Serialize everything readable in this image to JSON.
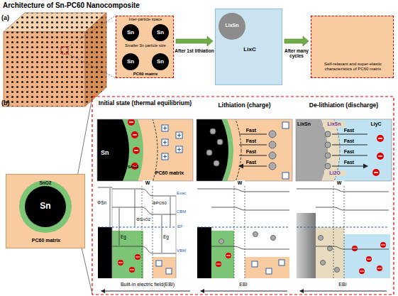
{
  "diagram": {
    "title": "Architecture of Sn-PC60 Nanocomposite",
    "nodes": [
      {
        "text": [
          "Inter-particle space",
          "Smaller Sn particle size",
          "PC60 matrix"
        ]
      },
      {
        "text": [
          "Sn"
        ],
        "in": 0
      },
      {
        "text": [
          "Sn"
        ],
        "in": 0
      },
      {
        "text": [
          "Sn"
        ],
        "in": 0
      },
      {
        "text": [
          "Sn"
        ],
        "in": 0
      },
      {
        "text": [
          "LixC"
        ]
      },
      {
        "text": [
          "LixSn"
        ],
        "in": 5
      },
      {
        "text": [
          "Self-relaxant and super-elastic characteristics of PC60 matrix"
        ]
      },
      {
        "text": [
          "PC60 matrix"
        ]
      },
      {
        "text": [
          "SnO2"
        ],
        "in": 8
      },
      {
        "text": [
          "Sn"
        ],
        "in": 9
      },
      {
        "text": [
          "Initial state (thermal equilibrium)",
          "Sn",
          "SnO2",
          "PC60 matrix"
        ]
      },
      {
        "text": [
          "Lithiation (charge)",
          "Fast",
          "Fast",
          "Fast",
          "Fast"
        ]
      },
      {
        "text": [
          "De-lithiation (discharge)",
          "LixSn",
          "LixSn",
          "LiyC",
          "Li2O",
          "Fast",
          "Fast",
          "Fast",
          "Fast"
        ]
      }
    ],
    "edges": [
      {
        "from": 0,
        "to": 5,
        "label": "After 1st lithiation",
        "arrow": "to"
      },
      {
        "from": 5,
        "to": 7,
        "label": "After many cycles",
        "arrow": "to"
      }
    ],
    "labels": [
      "(a)",
      "(b)",
      "ΦSn",
      "Eg",
      "ΦSnO2",
      "Eg",
      "ΦPC60",
      "W",
      "Evac",
      "CBM",
      "EF",
      "VBM",
      "Built-in electric field(EBI)",
      "W",
      "EBI",
      "W",
      "EBI"
    ]
  }
}
